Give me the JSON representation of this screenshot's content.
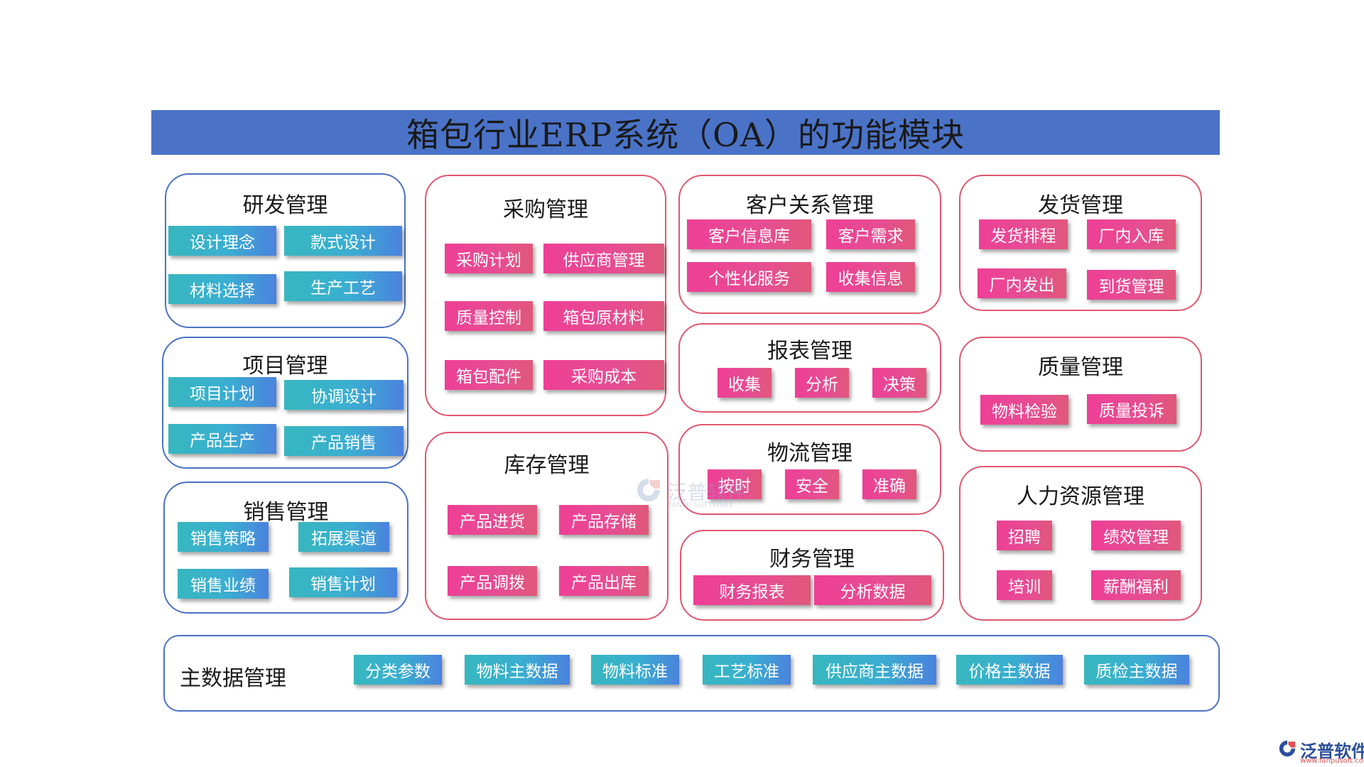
{
  "title": "箱包行业ERP系统（OA）的功能模块",
  "modules": {
    "rd": {
      "title": "研发管理",
      "items": [
        "设计理念",
        "款式设计",
        "材料选择",
        "生产工艺"
      ]
    },
    "project": {
      "title": "项目管理",
      "items": [
        "项目计划",
        "协调设计",
        "产品生产",
        "产品销售"
      ]
    },
    "sales": {
      "title": "销售管理",
      "items": [
        "销售策略",
        "拓展渠道",
        "销售业绩",
        "销售计划"
      ]
    },
    "purchase": {
      "title": "采购管理",
      "items": [
        "采购计划",
        "供应商管理",
        "质量控制",
        "箱包原材料",
        "箱包配件",
        "采购成本"
      ]
    },
    "inventory": {
      "title": "库存管理",
      "items": [
        "产品进货",
        "产品存储",
        "产品调拨",
        "产品出库"
      ]
    },
    "crm": {
      "title": "客户关系管理",
      "items": [
        "客户信息库",
        "客户需求",
        "个性化服务",
        "收集信息"
      ]
    },
    "report": {
      "title": "报表管理",
      "items": [
        "收集",
        "分析",
        "决策"
      ]
    },
    "logistics": {
      "title": "物流管理",
      "items": [
        "按时",
        "安全",
        "准确"
      ]
    },
    "finance": {
      "title": "财务管理",
      "items": [
        "财务报表",
        "分析数据"
      ]
    },
    "shipping": {
      "title": "发货管理",
      "items": [
        "发货排程",
        "厂内入库",
        "厂内发出",
        "到货管理"
      ]
    },
    "quality": {
      "title": "质量管理",
      "items": [
        "物料检验",
        "质量投诉"
      ]
    },
    "hr": {
      "title": "人力资源管理",
      "items": [
        "招聘",
        "绩效管理",
        "培训",
        "薪酬福利"
      ]
    },
    "master": {
      "title": "主数据管理",
      "items": [
        "分类参数",
        "物料主数据",
        "物料标准",
        "工艺标准",
        "供应商主数据",
        "价格主数据",
        "质检主数据"
      ]
    }
  },
  "watermark": {
    "text": "泛普软件",
    "subtext": "FANPU SOFTWARE"
  },
  "brand": {
    "name": "泛普软件",
    "url": "www.fanpusoft.com"
  },
  "colors": {
    "title_bar": "#4a73c8",
    "blue_border": "#4b72c4",
    "red_border": "#e0576f",
    "teal_tag": "#37b7bf",
    "pink_tag": "#ee3f96"
  }
}
